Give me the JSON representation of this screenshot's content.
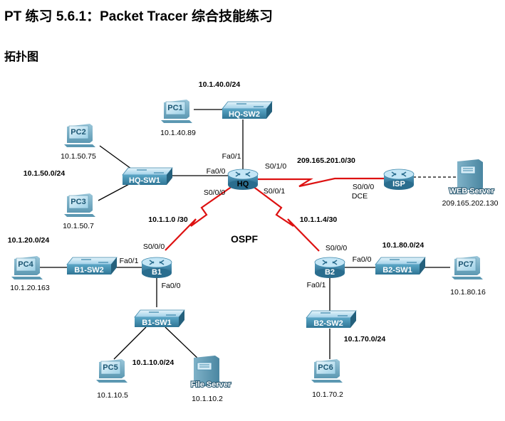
{
  "page": {
    "title": "PT 练习 5.6.1：Packet Tracer 综合技能练习",
    "heading": "拓扑图"
  },
  "colors": {
    "serial_link": "#dd1111",
    "ethernet_link": "#000000",
    "router_top": "#bfe3f5",
    "router_body": "#3e88ab",
    "switch_body": "#4d9bbd",
    "pc_body": "#7fb6cc"
  },
  "diagram": {
    "protocol_label": "OSPF",
    "networks": {
      "lan_pc1": "10.1.40.0/24",
      "lan_hq_sw1": "10.1.50.0/24",
      "isp_link": "209.165.201.0/30",
      "hq_b1_link": "10.1.1.0 /30",
      "hq_b2_link": "10.1.1.4/30",
      "lan_b1_sw2": "10.1.20.0/24",
      "lan_b2_sw1": "10.1.80.0/24",
      "lan_b1_sw1": "10.1.10.0/24",
      "lan_b2_sw2": "10.1.70.0/24"
    },
    "routers": {
      "hq": "HQ",
      "isp": "ISP",
      "b1": "B1",
      "b2": "B2"
    },
    "switches": {
      "hq_sw1": "HQ-SW1",
      "hq_sw2": "HQ-SW2",
      "b1_sw1": "B1-SW1",
      "b1_sw2": "B1-SW2",
      "b2_sw1": "B2-SW1",
      "b2_sw2": "B2-SW2"
    },
    "pcs": {
      "pc1": {
        "name": "PC1",
        "ip": "10.1.40.89"
      },
      "pc2": {
        "name": "PC2",
        "ip": "10.1.50.75"
      },
      "pc3": {
        "name": "PC3",
        "ip": "10.1.50.7"
      },
      "pc4": {
        "name": "PC4",
        "ip": "10.1.20.163"
      },
      "pc5": {
        "name": "PC5",
        "ip": "10.1.10.5"
      },
      "pc6": {
        "name": "PC6",
        "ip": "10.1.70.2"
      },
      "pc7": {
        "name": "PC7",
        "ip": "10.1.80.16"
      }
    },
    "servers": {
      "web": {
        "name": "WEB Server",
        "ip": "209.165.202.130"
      },
      "file": {
        "name": "File Server",
        "ip": "10.1.10.2"
      }
    },
    "interfaces": {
      "hq_fa01": "Fa0/1",
      "hq_fa00": "Fa0/0",
      "hq_s010": "S0/1/0",
      "hq_s000": "S0/0/0",
      "hq_s001": "S0/0/1",
      "isp_s000": "S0/0/0",
      "isp_dce": "DCE",
      "b1_s000": "S0/0/0",
      "b1_fa01": "Fa0/1",
      "b1_fa00": "Fa0/0",
      "b2_s000": "S0/0/0",
      "b2_fa00": "Fa0/0",
      "b2_fa01": "Fa0/1"
    }
  }
}
